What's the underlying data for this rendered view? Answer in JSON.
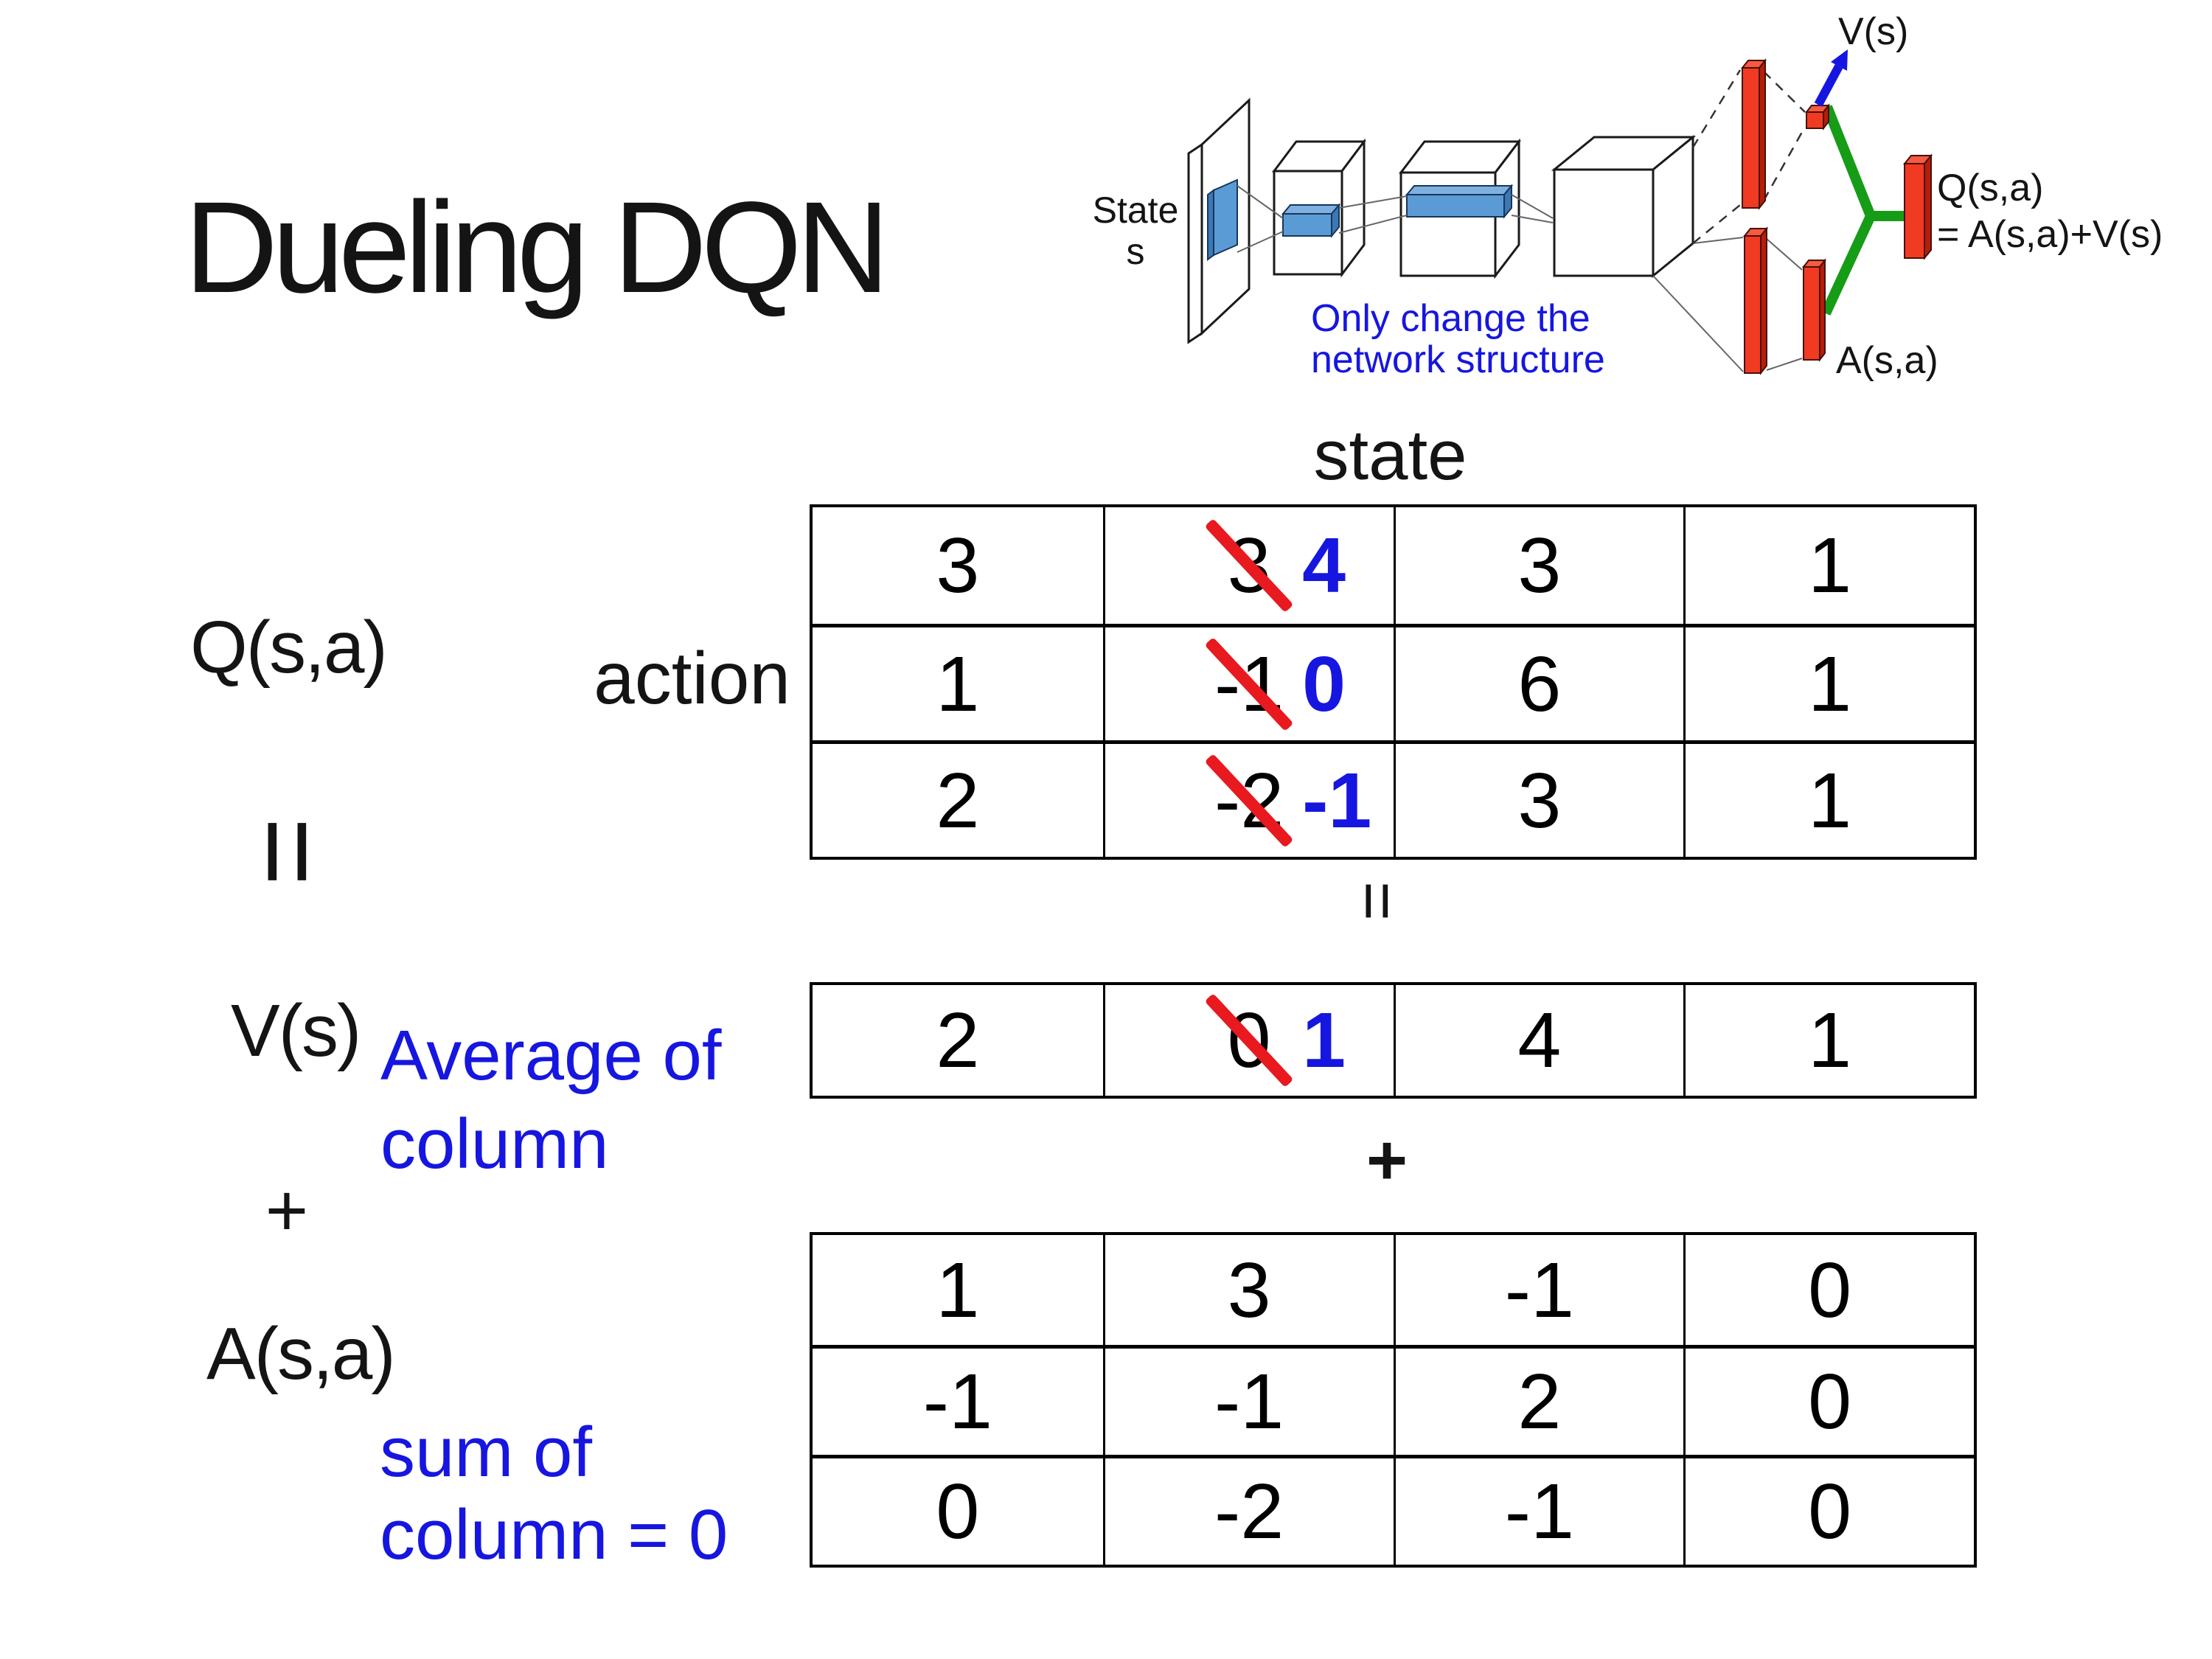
{
  "title": "Dueling DQN",
  "colors": {
    "text": "#141414",
    "accent_blue": "#1616e0",
    "strike_red": "#e8191f",
    "bar_red": "#f13a22",
    "feature_blue": "#5b9bd5",
    "merge_green": "#169c16"
  },
  "network_diagram": {
    "state_line1": "State",
    "state_line2": "s",
    "note_line1": "Only change the",
    "note_line2": "network structure",
    "v_out_label": "V(s)",
    "a_out_label": "A(s,a)",
    "q_out_line1": "Q(s,a)",
    "q_out_line2": "= A(s,a)+V(s)"
  },
  "equation": {
    "q_label": "Q(s,a)",
    "equals_left": "=",
    "v_label": "V(s)",
    "plus_left": "+",
    "a_label": "A(s,a)",
    "state_header": "state",
    "action_label": "action",
    "equals_mid": "=",
    "plus_mid": "+",
    "avg_note_line1": "Average of",
    "avg_note_line2": "column",
    "sum_note_line1": "sum of",
    "sum_note_line2": "column = 0"
  },
  "q_table": {
    "rows": [
      [
        {
          "v": "3"
        },
        {
          "v": "3",
          "new": "4"
        },
        {
          "v": "3"
        },
        {
          "v": "1"
        }
      ],
      [
        {
          "v": "1"
        },
        {
          "v": "-1",
          "new": "0"
        },
        {
          "v": "6"
        },
        {
          "v": "1"
        }
      ],
      [
        {
          "v": "2"
        },
        {
          "v": "-2",
          "new": "-1"
        },
        {
          "v": "3"
        },
        {
          "v": "1"
        }
      ]
    ]
  },
  "v_table": {
    "rows": [
      [
        {
          "v": "2"
        },
        {
          "v": "0",
          "new": "1"
        },
        {
          "v": "4"
        },
        {
          "v": "1"
        }
      ]
    ]
  },
  "a_table": {
    "rows": [
      [
        {
          "v": "1"
        },
        {
          "v": "3"
        },
        {
          "v": "-1"
        },
        {
          "v": "0"
        }
      ],
      [
        {
          "v": "-1"
        },
        {
          "v": "-1"
        },
        {
          "v": "2"
        },
        {
          "v": "0"
        }
      ],
      [
        {
          "v": "0"
        },
        {
          "v": "-2"
        },
        {
          "v": "-1"
        },
        {
          "v": "0"
        }
      ]
    ]
  }
}
